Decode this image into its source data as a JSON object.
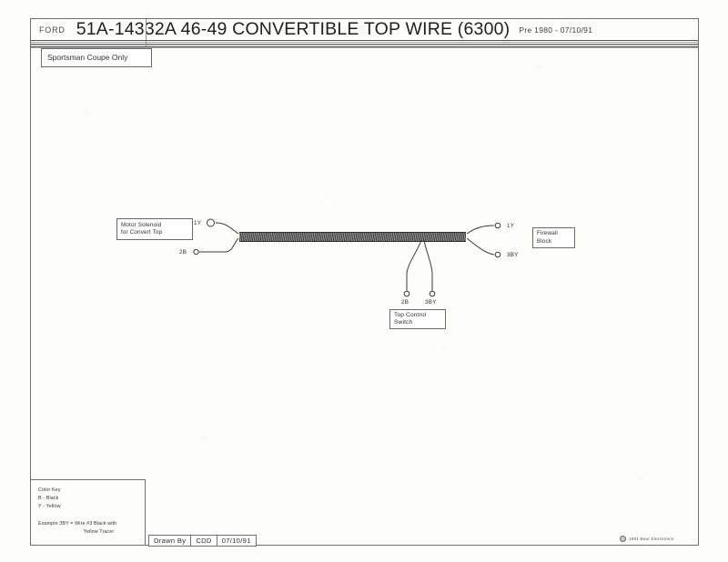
{
  "header": {
    "brand": "FORD",
    "title": "51A-14332A  46-49 CONVERTIBLE TOP WIRE  (6300)",
    "suffix": "Pre 1980 - 07/10/91"
  },
  "subtitle": {
    "text": "Sportsman Coupe Only"
  },
  "components": {
    "motor_solenoid": {
      "line1": "Motor Solenoid",
      "line2": "for Convert Top"
    },
    "firewall_block": {
      "line1": "Firewall",
      "line2": "Block"
    },
    "top_control_switch": {
      "line1": "Top Control",
      "line2": "Switch"
    }
  },
  "wire_labels": {
    "left_top": "1Y",
    "left_bottom": "2B",
    "right_top": "1Y",
    "right_bottom": "3BY",
    "switch_left": "2B",
    "switch_right": "3BY"
  },
  "color_key": {
    "title": "Color Key",
    "entries": [
      "B - Black",
      "Y - Yellow"
    ],
    "example_line1": "Example 3BY = Wire #3 Black with",
    "example_line2": "Yellow Tracer"
  },
  "title_block": {
    "drawn_by_label": "Drawn By",
    "initials": "CDD",
    "date": "07/10/91"
  },
  "copyright": {
    "mark": "copyright-icon",
    "text": "1991 Bear Electronics"
  }
}
